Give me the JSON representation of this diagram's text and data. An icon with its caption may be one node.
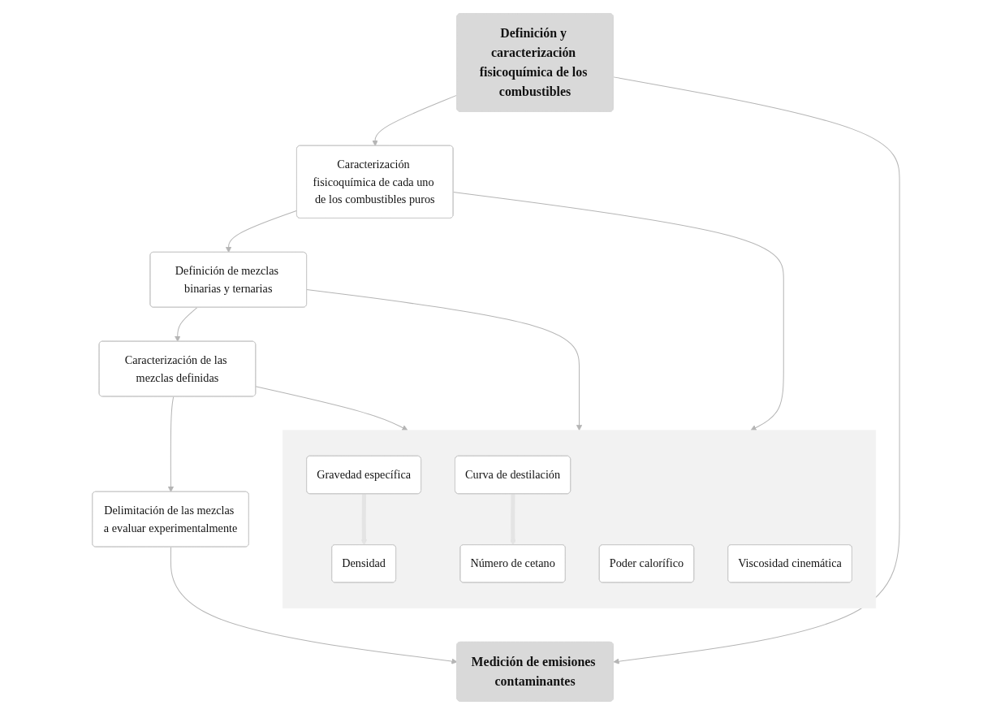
{
  "diagram": {
    "nodes": [
      {
        "text": [
          "Definición y caracterización fisicoquímica de los combustibles"
        ]
      },
      {
        "text": [
          "Caracterización fisicoquímica de cada uno de los combustibles puros"
        ]
      },
      {
        "text": [
          "Caracterización de las mezclas definidas"
        ]
      },
      {
        "text": [
          "Definición de mezclas binarias y ternarias"
        ]
      },
      {
        "text": [],
        "shape": "box"
      },
      {
        "text": [
          "Gravedad específica"
        ],
        "in": 4
      },
      {
        "text": [
          "Curva de destilación"
        ],
        "in": 4
      },
      {
        "text": [
          "Poder calorífico"
        ],
        "in": 4
      },
      {
        "text": [
          "Viscosidad cinemática"
        ],
        "in": 4
      },
      {
        "text": [
          "Número de cetano"
        ],
        "in": 4
      },
      {
        "text": [
          "Densidad"
        ],
        "in": 4
      },
      {
        "text": [
          "Medición de emisiones contaminantes"
        ]
      },
      {
        "text": [
          "Delimitación de las mezclas a evaluar experimentalmente"
        ]
      }
    ],
    "edges": [
      {
        "from": 0,
        "to": 1,
        "arrow": "to"
      },
      {
        "from": 0,
        "to": 11,
        "arrow": "to"
      },
      {
        "from": 1,
        "to": 3,
        "arrow": "to"
      },
      {
        "from": 3,
        "to": 2,
        "arrow": "to"
      },
      {
        "from": 2,
        "to": 4,
        "arrow": "to"
      },
      {
        "from": 3,
        "to": 4,
        "arrow": "to"
      },
      {
        "from": 1,
        "to": 4,
        "arrow": "to"
      },
      {
        "from": 2,
        "to": 12,
        "arrow": "to"
      },
      {
        "from": 12,
        "to": 11,
        "arrow": "to"
      },
      {
        "from": 5,
        "to": 10,
        "arrow": "to",
        "style": "thick",
        "color": "#e4e4e4"
      },
      {
        "from": 6,
        "to": 9,
        "arrow": "to",
        "style": "thick",
        "color": "#e4e4e4"
      }
    ]
  }
}
